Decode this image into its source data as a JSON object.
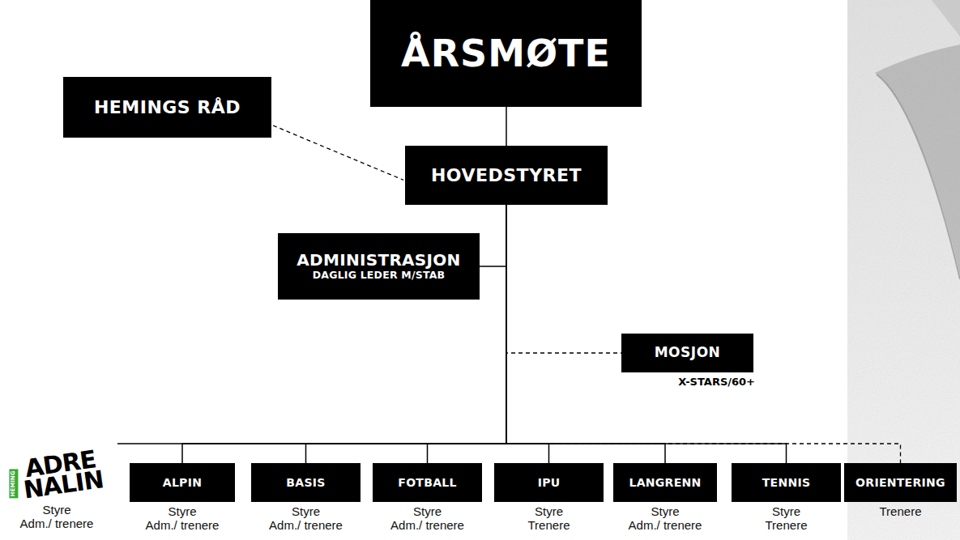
{
  "diagram": {
    "nodes": [
      {
        "text": [
          "ÅRSMØTE"
        ]
      },
      {
        "text": [
          "HEMINGS RÅD"
        ]
      },
      {
        "text": [
          "HOVEDSTYRET"
        ]
      },
      {
        "text": [
          "ADMINISTRASJON",
          "DAGLIG LEDER M/STAB"
        ]
      },
      {
        "text": [
          "MOSJON",
          "X-STARS/60+"
        ]
      },
      {
        "text": [
          "HEMING",
          "ADRE NALIN",
          "Styre",
          "Adm./ trenere"
        ]
      },
      {
        "text": [
          "ALPIN",
          "Styre",
          "Adm./ trenere"
        ]
      },
      {
        "text": [
          "BASIS",
          "Styre",
          "Adm./ trenere"
        ]
      },
      {
        "text": [
          "FOTBALL",
          "Styre",
          "Adm./ trenere"
        ]
      },
      {
        "text": [
          "IPU",
          "Styre",
          "Trenere"
        ]
      },
      {
        "text": [
          "LANGRENN",
          "Styre",
          "Adm./ trenere"
        ]
      },
      {
        "text": [
          "TENNIS",
          "Styre",
          "Trenere"
        ]
      },
      {
        "text": [
          "ORIENTERING",
          "Trenere"
        ]
      }
    ],
    "edges": [
      {
        "from": 0,
        "to": 2,
        "arrow": "none"
      },
      {
        "from": 1,
        "to": 2,
        "arrow": "none"
      },
      {
        "from": 2,
        "to": 3,
        "arrow": "none"
      },
      {
        "from": 2,
        "to": 4,
        "arrow": "none"
      },
      {
        "from": 2,
        "to": 5,
        "arrow": "none"
      },
      {
        "from": 2,
        "to": 6,
        "arrow": "none"
      },
      {
        "from": 2,
        "to": 7,
        "arrow": "none"
      },
      {
        "from": 2,
        "to": 8,
        "arrow": "none"
      },
      {
        "from": 2,
        "to": 9,
        "arrow": "none"
      },
      {
        "from": 2,
        "to": 10,
        "arrow": "none"
      },
      {
        "from": 2,
        "to": 11,
        "arrow": "none"
      },
      {
        "from": 2,
        "to": 12,
        "arrow": "none"
      }
    ]
  }
}
